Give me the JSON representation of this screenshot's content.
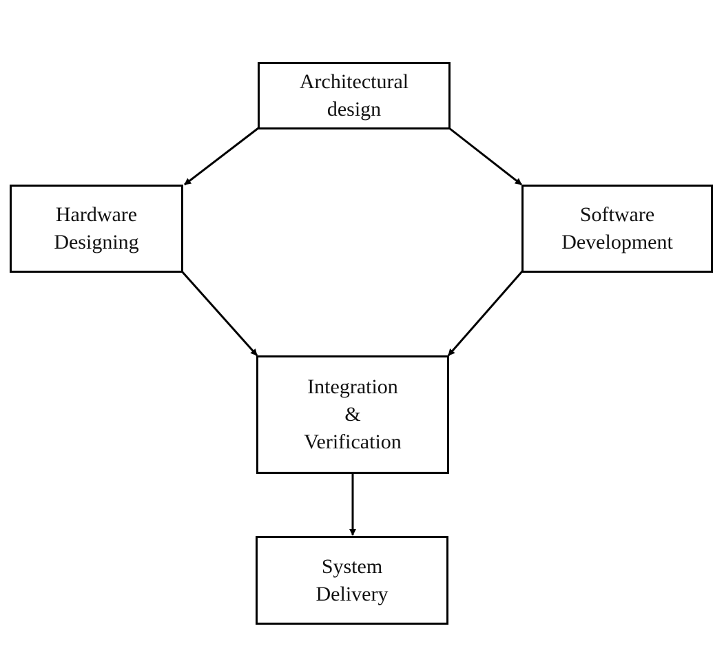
{
  "nodes": {
    "architectural": {
      "lines": [
        "Architectural",
        "design"
      ]
    },
    "hardware": {
      "lines": [
        "Hardware",
        "Designing"
      ]
    },
    "software": {
      "lines": [
        "Software",
        "Development"
      ]
    },
    "integration": {
      "lines": [
        "Integration",
        "&",
        "Verification"
      ]
    },
    "delivery": {
      "lines": [
        "System",
        "Delivery"
      ]
    }
  },
  "edges": [
    {
      "from": "architectural",
      "to": "hardware"
    },
    {
      "from": "architectural",
      "to": "software"
    },
    {
      "from": "hardware",
      "to": "integration"
    },
    {
      "from": "software",
      "to": "integration"
    },
    {
      "from": "integration",
      "to": "delivery"
    }
  ]
}
